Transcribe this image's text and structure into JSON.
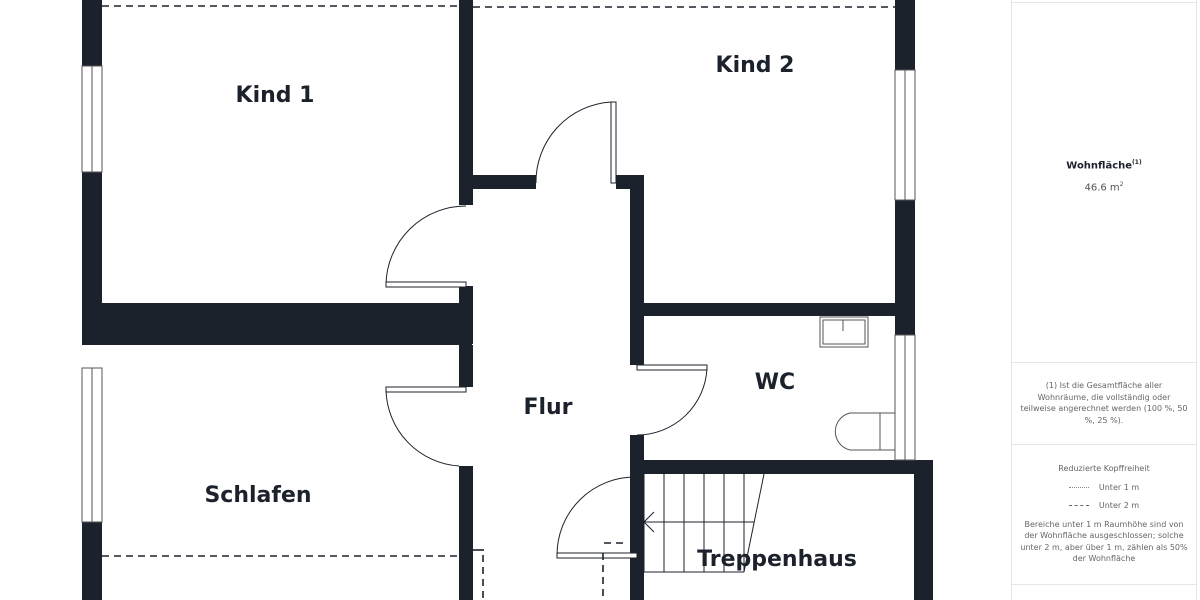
{
  "plan": {
    "wall_color": "#1c222c",
    "rooms": [
      {
        "id": "kind1",
        "label": "Kind 1"
      },
      {
        "id": "kind2",
        "label": "Kind 2"
      },
      {
        "id": "flur",
        "label": "Flur"
      },
      {
        "id": "wc",
        "label": "WC"
      },
      {
        "id": "schlafen",
        "label": "Schlafen"
      },
      {
        "id": "treppenhaus",
        "label": "Treppenhaus"
      }
    ]
  },
  "sidebar": {
    "area": {
      "title": "Wohnfläche",
      "footnote_marker": "(1)",
      "value": "46.6 m",
      "unit_exp": "2"
    },
    "note": {
      "text": "(1) Ist die Gesamtfläche aller Wohnräume, die vollständig oder teilweise angerechnet werden (100 %, 50 %, 25 %)."
    },
    "legend": {
      "title": "Reduzierte Kopffreiheit",
      "items": [
        {
          "style": "dotted",
          "label": "Unter 1 m"
        },
        {
          "style": "dashed",
          "label": "Unter 2 m"
        }
      ],
      "description": "Bereiche unter 1 m Raumhöhe sind von der Wohnfläche ausgeschlossen; solche unter 2 m, aber über 1 m, zählen als 50% der Wohnfläche"
    }
  }
}
